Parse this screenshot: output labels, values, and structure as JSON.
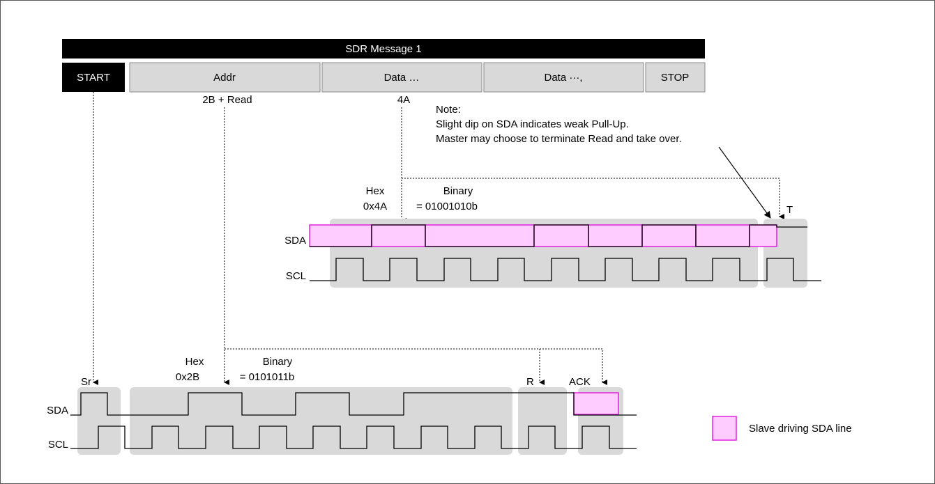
{
  "message": {
    "title": "SDR Message 1",
    "fields": {
      "start": "START",
      "addr": "Addr",
      "data1": "Data …",
      "data2": "Data ···,",
      "stop": "STOP"
    },
    "addr_value": "2B + Read",
    "data_value": "4A"
  },
  "note": {
    "line1": "Note:",
    "line2": "Slight dip on SDA indicates weak Pull-Up.",
    "line3": "Master may choose to terminate Read and take over."
  },
  "upper_waveform": {
    "hex_label": "Hex",
    "hex_value": "0x4A",
    "binary_label": "Binary",
    "binary_value": "= 01001010b",
    "t_label": "T",
    "sda_label": "SDA",
    "scl_label": "SCL",
    "data_bits": "01001010"
  },
  "lower_waveform": {
    "sr_label": "Sr",
    "hex_label": "Hex",
    "hex_value": "0x2B",
    "binary_label": "Binary",
    "binary_value": "= 0101011b",
    "r_label": "R",
    "ack_label": "ACK",
    "sda_label": "SDA",
    "scl_label": "SCL",
    "address_bits": "0101011"
  },
  "legend": {
    "label": "Slave driving SDA line"
  },
  "colors": {
    "header_bg": "#000000",
    "header_text": "#ffffff",
    "field_bg": "#d9d9d9",
    "shade": "#d9d9d9",
    "slave_fill": "#ffccff",
    "slave_stroke": "#e020e0"
  }
}
